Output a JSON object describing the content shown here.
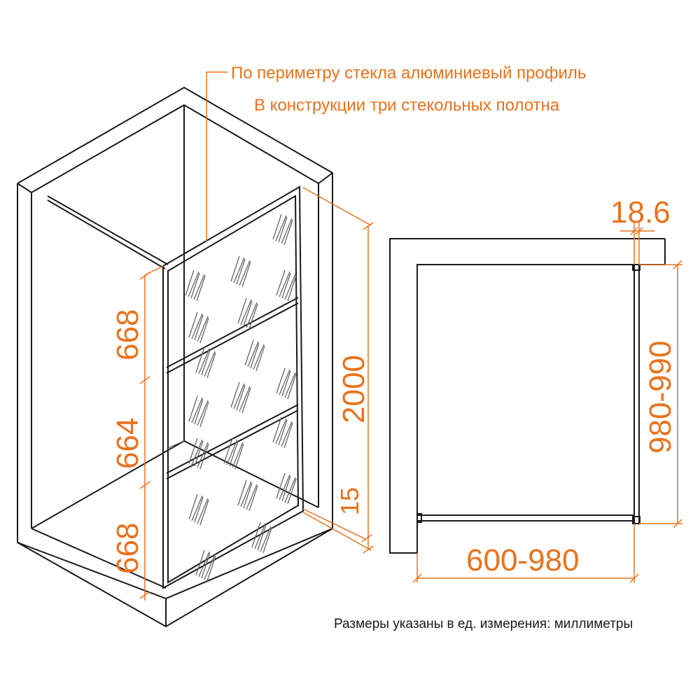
{
  "notes": {
    "line1": "По периметру стекла алюминиевый профиль",
    "line2": "В конструкции три стекольных полотна"
  },
  "dimensions": {
    "panel_top": "668",
    "panel_middle": "664",
    "panel_bottom": "668",
    "total_height": "2000",
    "bottom_gap": "15",
    "profile_width": "18.6",
    "depth_range": "980-990",
    "width_range": "600-980"
  },
  "footer": "Размеры указаны в ед. измерения: миллиметры",
  "colors": {
    "accent": "#e8721c",
    "lines": "#1a1a1a"
  }
}
